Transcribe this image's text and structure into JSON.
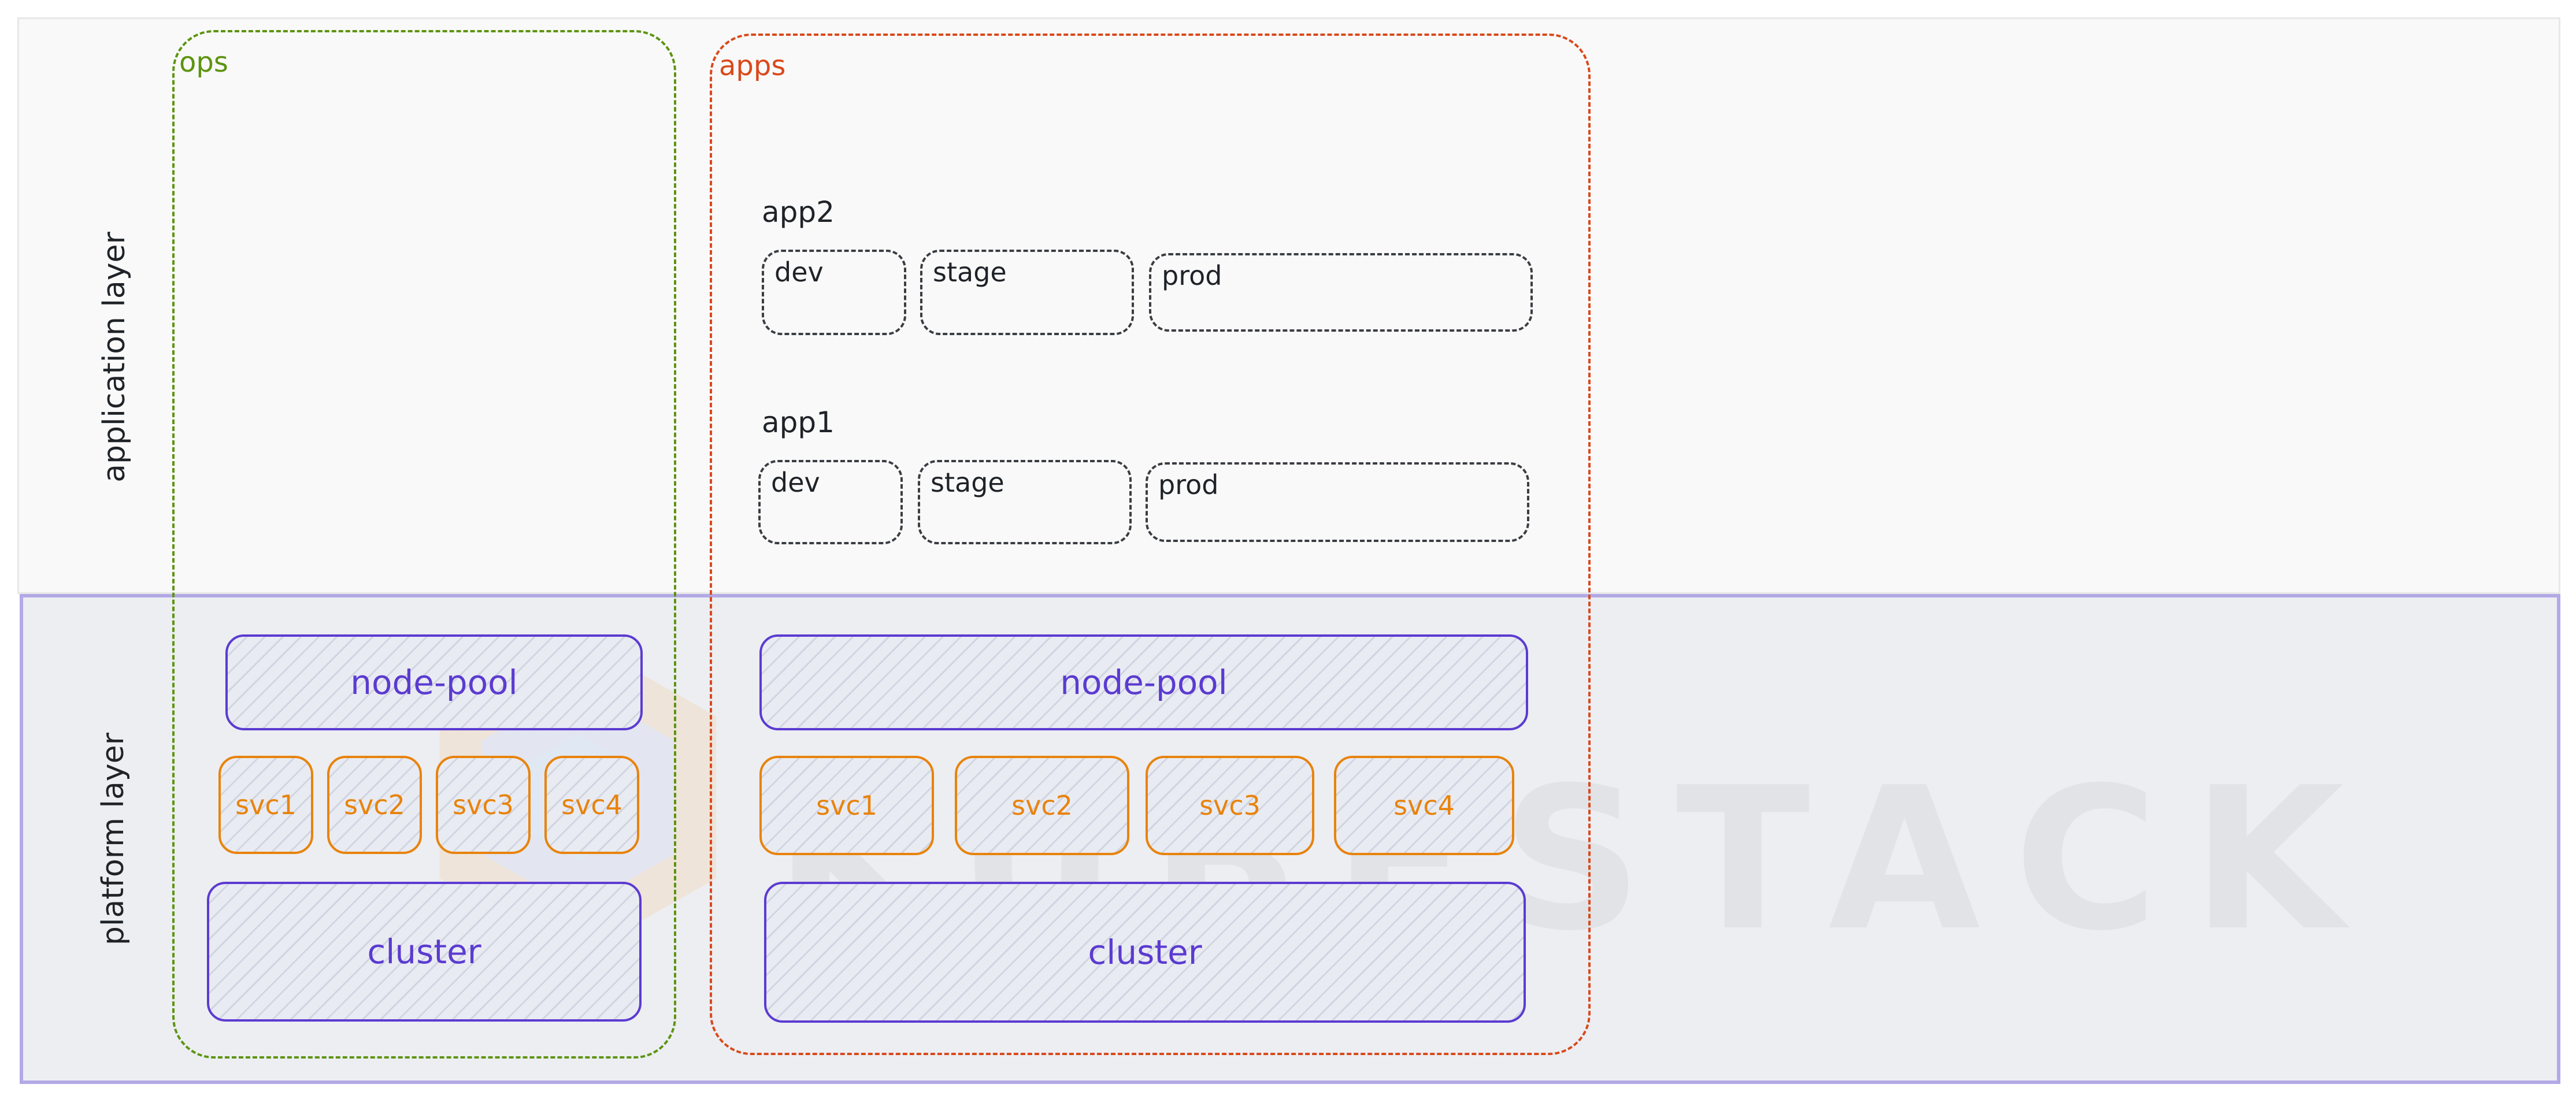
{
  "layers": {
    "application": "application layer",
    "platform": "platform layer"
  },
  "groups": {
    "ops": "ops",
    "apps": "apps"
  },
  "apps": [
    {
      "name": "app2",
      "envs": [
        "dev",
        "stage",
        "prod"
      ]
    },
    {
      "name": "app1",
      "envs": [
        "dev",
        "stage",
        "prod"
      ]
    }
  ],
  "platform": {
    "ops": {
      "node_pool": "node-pool",
      "services": [
        "svc1",
        "svc2",
        "svc3",
        "svc4"
      ],
      "cluster": "cluster"
    },
    "apps": {
      "node_pool": "node-pool",
      "services": [
        "svc1",
        "svc2",
        "svc3",
        "svc4"
      ],
      "cluster": "cluster"
    }
  },
  "watermark": "KUBESTACK",
  "colors": {
    "ops": "#5d9410",
    "apps": "#d9491c",
    "platform": "#5b3bd1",
    "service": "#e8830c",
    "platform_border": "#b3a9e6"
  }
}
